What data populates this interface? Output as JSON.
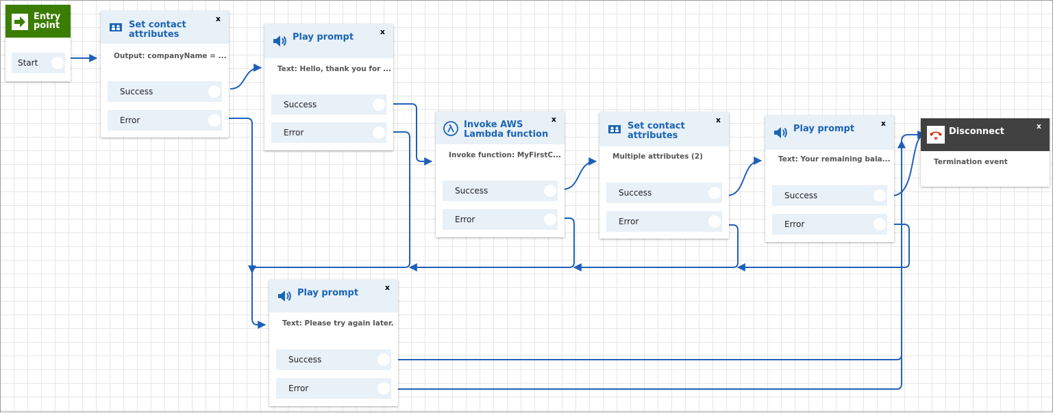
{
  "entry": {
    "title": "Entry point",
    "start_label": "Start",
    "icon": "arrow-right-icon"
  },
  "blocks": {
    "set1": {
      "title": "Set contact attributes",
      "subtitle": "Output: companyName = ...",
      "success": "Success",
      "error": "Error",
      "close": "x",
      "icon": "contact-card-icon"
    },
    "play1": {
      "title": "Play prompt",
      "subtitle": "Text: Hello, thank you for ...",
      "success": "Success",
      "error": "Error",
      "close": "x",
      "icon": "speaker-icon"
    },
    "lambda": {
      "title": "Invoke AWS Lambda function",
      "subtitle": "Invoke function: MyFirstC...",
      "success": "Success",
      "error": "Error",
      "close": "x",
      "icon": "lambda-icon"
    },
    "set2": {
      "title": "Set contact attributes",
      "subtitle": "Multiple attributes (2)",
      "success": "Success",
      "error": "Error",
      "close": "x",
      "icon": "contact-card-icon"
    },
    "play2": {
      "title": "Play prompt",
      "subtitle": "Text: Your remaining bala...",
      "success": "Success",
      "error": "Error",
      "close": "x",
      "icon": "speaker-icon"
    },
    "play3": {
      "title": "Play prompt",
      "subtitle": "Text: Please try again later.",
      "success": "Success",
      "error": "Error",
      "close": "x",
      "icon": "speaker-icon"
    },
    "disconnect": {
      "title": "Disconnect",
      "subtitle": "Termination event",
      "close": "x",
      "icon": "hang-up-phone-icon"
    }
  },
  "colors": {
    "accent": "#1a64b4",
    "connector": "#1f5fb8",
    "entry_header": "#3b7d00",
    "disconnect_header": "#414141",
    "branch_bg": "#e8f0f8"
  }
}
